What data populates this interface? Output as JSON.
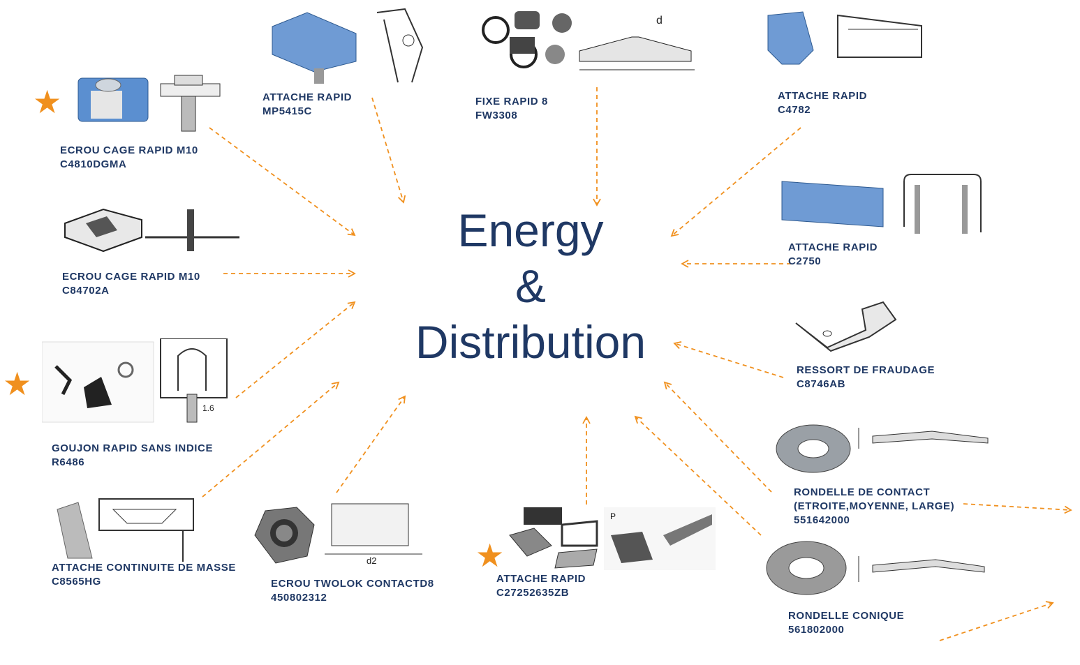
{
  "center": {
    "line1": "Energy",
    "line2": "&",
    "line3": "Distribution"
  },
  "colors": {
    "title": "#1f3864",
    "arrow": "#f0901e",
    "star": "#f0901e",
    "part": "#5b8fd0"
  },
  "parts": [
    {
      "name": "ECROU CAGE RAPID M10",
      "ref": "C4810DGMA",
      "starred": true
    },
    {
      "name": "ATTACHE RAPID",
      "ref": "MP5415C"
    },
    {
      "name": "FIXE RAPID 8",
      "ref": "FW3308"
    },
    {
      "name": "ATTACHE RAPID",
      "ref": "C4782"
    },
    {
      "name": "ECROU CAGE RAPID M10",
      "ref": "C84702A"
    },
    {
      "name": "ATTACHE RAPID",
      "ref": "C2750"
    },
    {
      "name": "RESSORT DE FRAUDAGE",
      "ref": "C8746AB"
    },
    {
      "name": "GOUJON RAPID SANS INDICE",
      "ref": "R6486",
      "starred": true
    },
    {
      "name": "RONDELLE DE CONTACT",
      "name2": "(ETROITE,MOYENNE, LARGE)",
      "ref": "551642000"
    },
    {
      "name": "ATTACHE CONTINUITE DE MASSE",
      "ref": "C8565HG"
    },
    {
      "name": "ECROU TWOLOK CONTACTD8",
      "ref": "450802312"
    },
    {
      "name": "ATTACHE RAPID",
      "ref": "C27252635ZB",
      "starred": true
    },
    {
      "name": "RONDELLE CONIQUE",
      "ref": "561802000"
    }
  ],
  "drawing_labels": {
    "d_top": "d",
    "d2": "d2",
    "dim_1_6": "1.6",
    "p": "P"
  },
  "star_glyph": "★"
}
